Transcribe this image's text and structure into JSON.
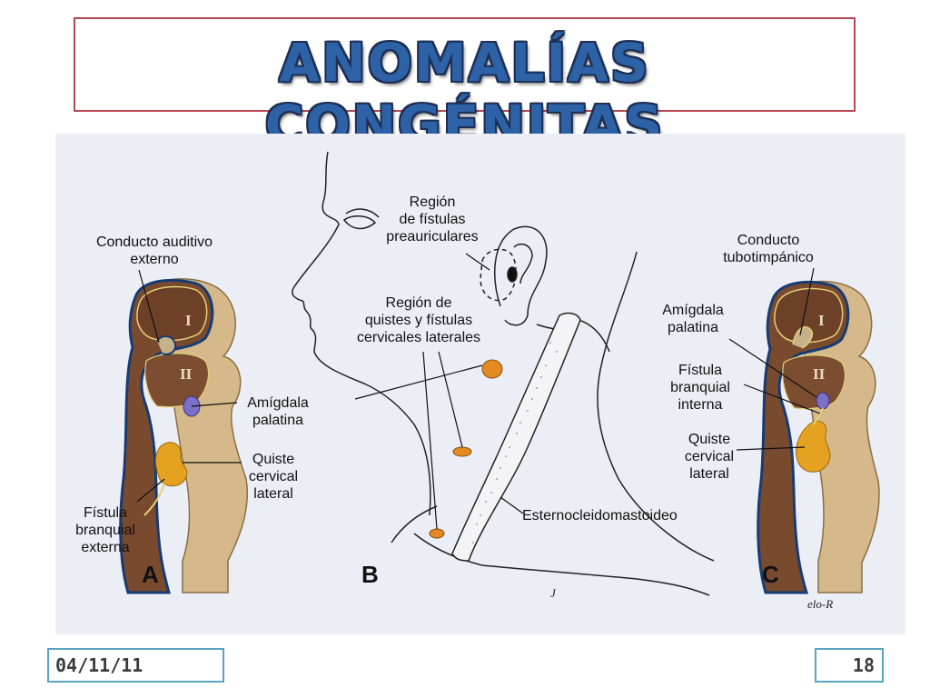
{
  "title": "ANOMALÍAS CONGÉNITAS",
  "figure": {
    "panels": [
      "A",
      "B",
      "C"
    ],
    "arch_labels": [
      "I",
      "II"
    ],
    "panel_a": {
      "conducto_auditivo": "Conducto auditivo\nexterno",
      "amigdala": "Amígdala\npalatina",
      "quiste": "Quiste\ncervical\nlateral",
      "fistula": "Fístula\nbranquial\nexterna"
    },
    "panel_b": {
      "region_preauricular": "Región\nde fístulas\npreauriculares",
      "region_quistes": "Región de\nquistes y fístulas\ncervicales laterales",
      "esterno": "Esternocleidomastoideo",
      "initials": "J"
    },
    "panel_c": {
      "conducto_tubo": "Conducto\ntubotimpánico",
      "amigdala": "Amígdala\npalatina",
      "fistula_interna": "Fístula\nbranquial\ninterna",
      "quiste": "Quiste\ncervical\nlateral",
      "signature": "elo-R"
    }
  },
  "footer": {
    "date": "04/11/11",
    "page": "18"
  }
}
